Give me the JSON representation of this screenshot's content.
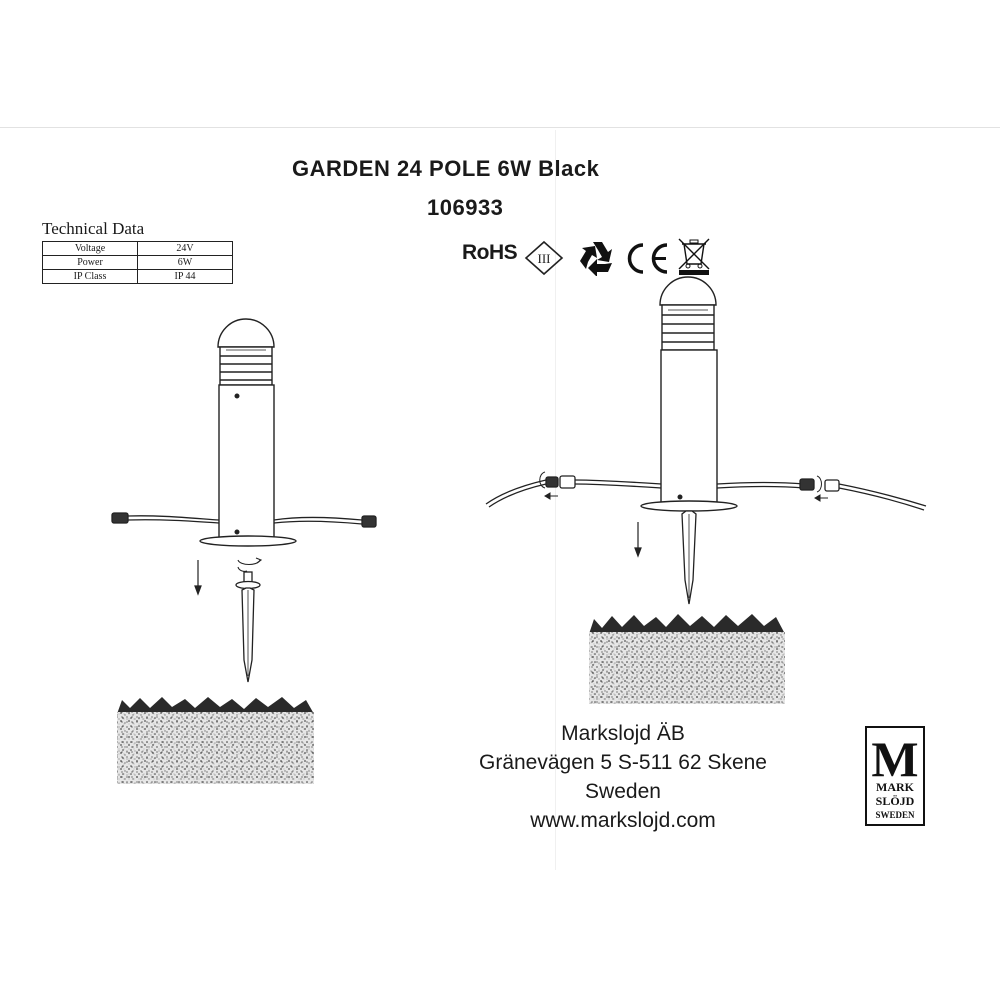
{
  "document": {
    "title": "GARDEN 24 POLE 6W Black",
    "code": "106933"
  },
  "tech": {
    "heading": "Technical Data",
    "rows": [
      {
        "label": "Voltage",
        "value": "24V"
      },
      {
        "label": "Power",
        "value": "6W"
      },
      {
        "label": "IP Class",
        "value": "IP 44"
      }
    ]
  },
  "certifications": {
    "rohs_label": "RoHS",
    "class_label": "III",
    "icons": [
      "class-iii-icon",
      "recycle-icon",
      "ce-mark-icon",
      "weee-bin-icon"
    ]
  },
  "company": {
    "name": "Markslojd ÄB",
    "street": "Gränevägen 5 S-511 62 Skene",
    "country": "Sweden",
    "website": "www.markslojd.com"
  },
  "logo": {
    "letter": "M",
    "line1": "MARK",
    "line2": "SLÖJD",
    "line3": "SWEDEN"
  }
}
